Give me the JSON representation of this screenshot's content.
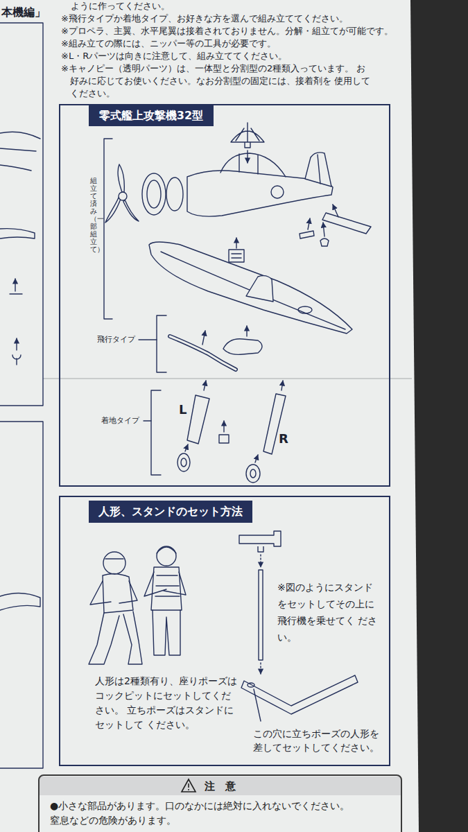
{
  "diagram": {
    "nodes": [
      {
        "text": [
          "組立て済み（一部組立て）",
          "飛行タイプ",
          "着地タイプ",
          "L",
          "R"
        ]
      },
      {
        "text": [
          "零式艦上攻撃機32型"
        ],
        "in": 0
      },
      {
        "text": [
          "※図のようにスタンド をセットしてその上に 飛行機を乗せてく ださい。",
          "人形は2種類有り、座りポーズは コックピットにセットしてください。 立ちポーズはスタンドにセットして ください。",
          "この穴に立ちポーズの人形を 差してセットしてください。"
        ]
      },
      {
        "text": [
          "人形、スタンドのセット方法"
        ],
        "in": 2
      },
      {
        "text": [
          "●小さな部品があります。口のなかには絶対に入れないでください。 窒息などの危険があります。"
        ]
      },
      {
        "text": [
          "注　意"
        ],
        "in": 4
      }
    ],
    "labels": [
      "本機編」",
      "ように作ってください。",
      "※飛行タイプか着地タイプ、お好きな方を選んで組み立ててください。",
      "※プロペラ、主翼、水平尾翼は接着されておりません。分解・組立てが可能です。",
      "※組み立ての際には、ニッパー等の工具が必要です。",
      "※L・Rパーツは向きに注意して、組み立ててください。",
      "※キャノピー（透明パーツ）は、一体型と分割型の2種類入っています。 お好みに応じてお使いください。なお分割型の固定には、接着剤を 使用してください。"
    ]
  }
}
